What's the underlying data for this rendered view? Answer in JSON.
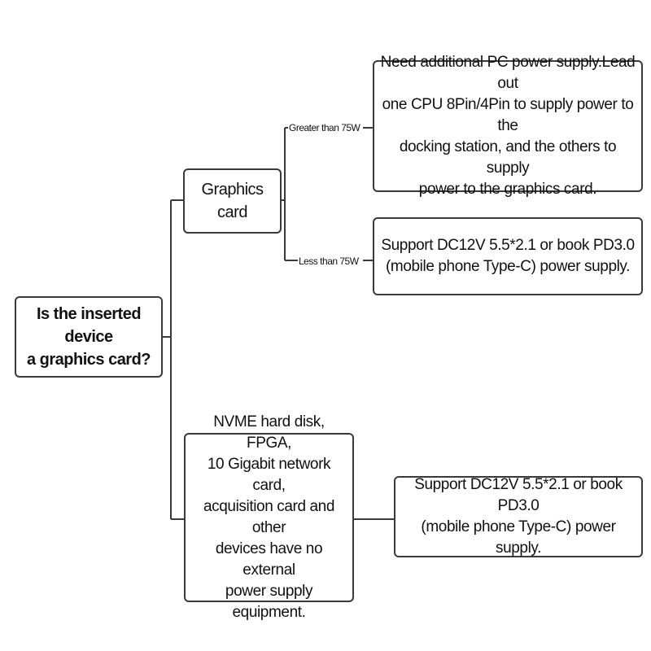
{
  "root": {
    "lines": [
      "Is the inserted device",
      "a graphics card?"
    ]
  },
  "graphics_card": {
    "label": "Graphics card"
  },
  "edges": {
    "greater": "Greater than 75W",
    "less": "Less than 75W"
  },
  "over_75w_result": {
    "lines": [
      "Need additional PC power supply.Lead out",
      "one CPU 8Pin/4Pin to supply power to the",
      "docking station, and the others to supply",
      "power to the graphics card."
    ]
  },
  "under_75w_result": {
    "lines": [
      "Support DC12V 5.5*2.1 or book PD3.0",
      "(mobile phone Type-C) power supply."
    ]
  },
  "other_devices": {
    "lines": [
      "NVME hard disk, FPGA,",
      "10 Gigabit network card,",
      "acquisition card and other",
      "devices have no external",
      "power supply equipment."
    ]
  },
  "other_devices_result": {
    "lines": [
      "Support DC12V 5.5*2.1 or book PD3.0",
      "(mobile phone Type-C) power supply."
    ]
  },
  "colors": {
    "line": "#3a3a3a",
    "border": "#3a3a3a"
  }
}
